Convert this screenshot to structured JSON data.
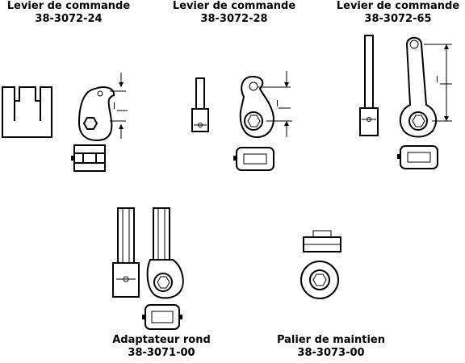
{
  "captions": {
    "lever_24": {
      "line1": "Levier de commande",
      "line2": "38-3072-24"
    },
    "lever_28": {
      "line1": "Levier de commande",
      "line2": "38-3072-28"
    },
    "lever_65": {
      "line1": "Levier de commande",
      "line2": "38-3072-65"
    },
    "adapter": {
      "line1": "Adaptateur rond",
      "line2": "38-3071-00"
    },
    "bearing": {
      "line1": "Palier de maintien",
      "line2": "38-3073-00"
    }
  },
  "dimension_labels": {
    "l1": "l",
    "l2": "l",
    "l3": "l"
  }
}
